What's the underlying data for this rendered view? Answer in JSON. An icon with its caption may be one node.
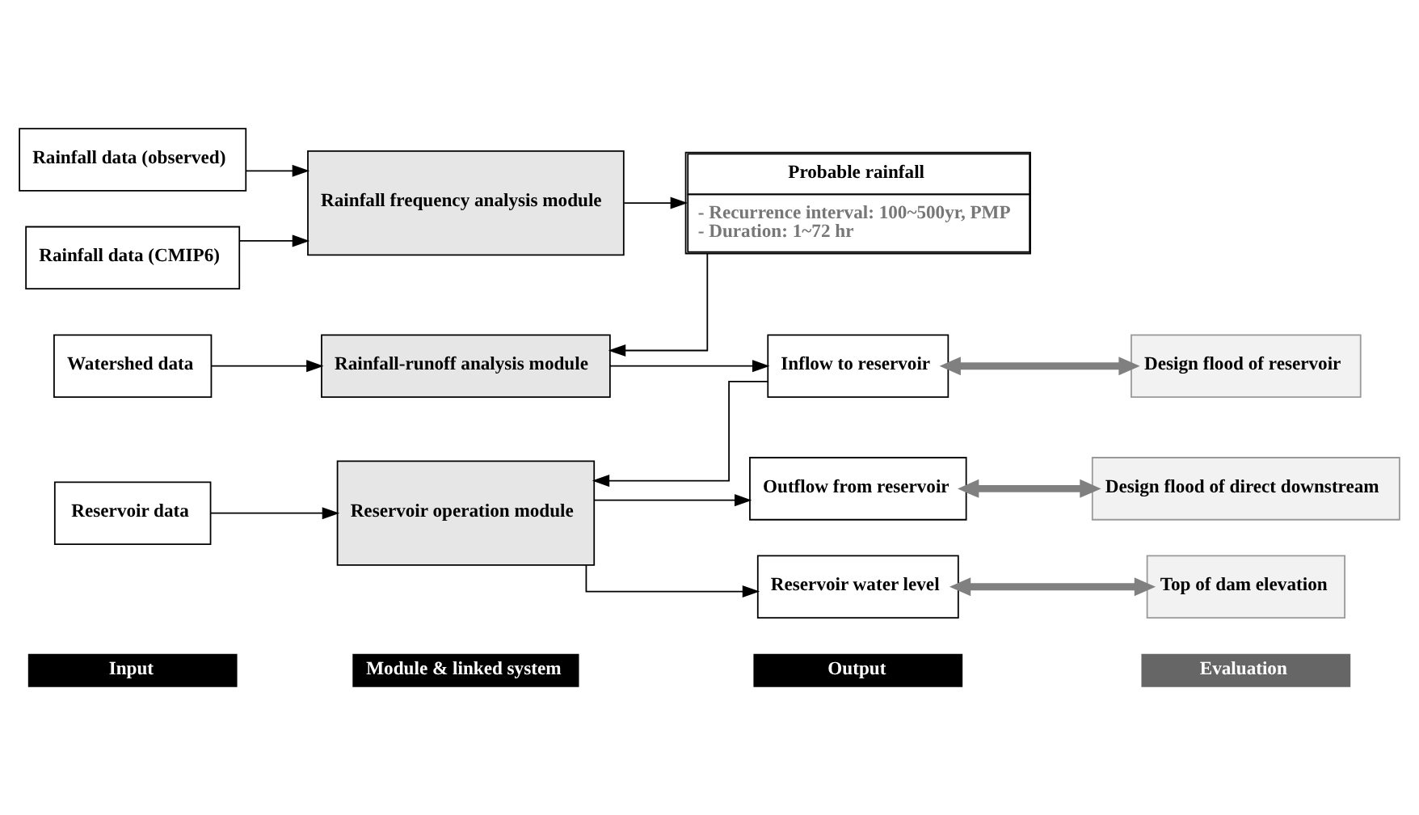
{
  "diagram": {
    "nodes": [
      {
        "text": [
          "Input"
        ]
      },
      {
        "text": [
          "Module & linked system"
        ]
      },
      {
        "text": [
          "Output"
        ]
      },
      {
        "text": [
          "Evaluation"
        ]
      },
      {
        "text": [
          "Rainfall data (observed)"
        ]
      },
      {
        "text": [
          "Rainfall data (CMIP6)"
        ]
      },
      {
        "text": [
          "Rainfall frequency analysis module"
        ]
      },
      {
        "text": [
          "Probable rainfall",
          "- Recurrence interval: 100~500yr, PMP",
          "- Duration: 1~72 hr"
        ]
      },
      {
        "text": [
          "Watershed data"
        ]
      },
      {
        "text": [
          "Rainfall-runoff analysis module"
        ]
      },
      {
        "text": [
          "Inflow to reservoir"
        ]
      },
      {
        "text": [
          "Design flood of reservoir"
        ]
      },
      {
        "text": [
          "Reservoir data"
        ]
      },
      {
        "text": [
          "Reservoir operation module"
        ]
      },
      {
        "text": [
          "Outflow from reservoir"
        ]
      },
      {
        "text": [
          "Design flood of direct downstream"
        ]
      },
      {
        "text": [
          "Reservoir water level"
        ]
      },
      {
        "text": [
          "Top of dam elevation"
        ]
      }
    ],
    "edges": [
      {
        "from": 4,
        "to": 6,
        "arrow": "to"
      },
      {
        "from": 5,
        "to": 6,
        "arrow": "to"
      },
      {
        "from": 6,
        "to": 7,
        "arrow": "to"
      },
      {
        "from": 7,
        "to": 9,
        "arrow": "to"
      },
      {
        "from": 8,
        "to": 9,
        "arrow": "to"
      },
      {
        "from": 9,
        "to": 10,
        "arrow": "to"
      },
      {
        "from": 10,
        "to": 11,
        "arrow": "both",
        "style": "thick",
        "color": "#808080"
      },
      {
        "from": 10,
        "to": 13,
        "arrow": "to"
      },
      {
        "from": 12,
        "to": 13,
        "arrow": "to"
      },
      {
        "from": 13,
        "to": 14,
        "arrow": "to"
      },
      {
        "from": 13,
        "to": 16,
        "arrow": "to"
      },
      {
        "from": 14,
        "to": 15,
        "arrow": "both",
        "style": "thick",
        "color": "#808080"
      },
      {
        "from": 16,
        "to": 17,
        "arrow": "both",
        "style": "thick",
        "color": "#808080"
      }
    ]
  }
}
